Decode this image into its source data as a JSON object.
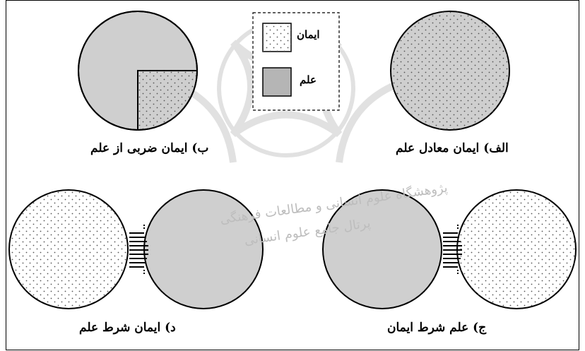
{
  "legend": {
    "faith_label": "ایمان",
    "science_label": "علم"
  },
  "panels": {
    "alef": {
      "caption": "الف) ایمان معادل علم"
    },
    "be": {
      "caption": "ب) ایمان ضربی از علم"
    },
    "jim": {
      "caption": "ج) علم شرط ایمان"
    },
    "dal": {
      "caption": "د) ایمان شرط علم"
    }
  },
  "watermark": {
    "line1": "پژوهشگاه علوم انسانی و مطالعات فرهنگی",
    "line2": "پرتال جامع علوم انسانی"
  },
  "colors": {
    "science_fill": "#cfcfcf",
    "faith_fill": "#ffffff",
    "dot": "#555555",
    "stroke": "#000000",
    "watermark": "#c8c8c8"
  }
}
